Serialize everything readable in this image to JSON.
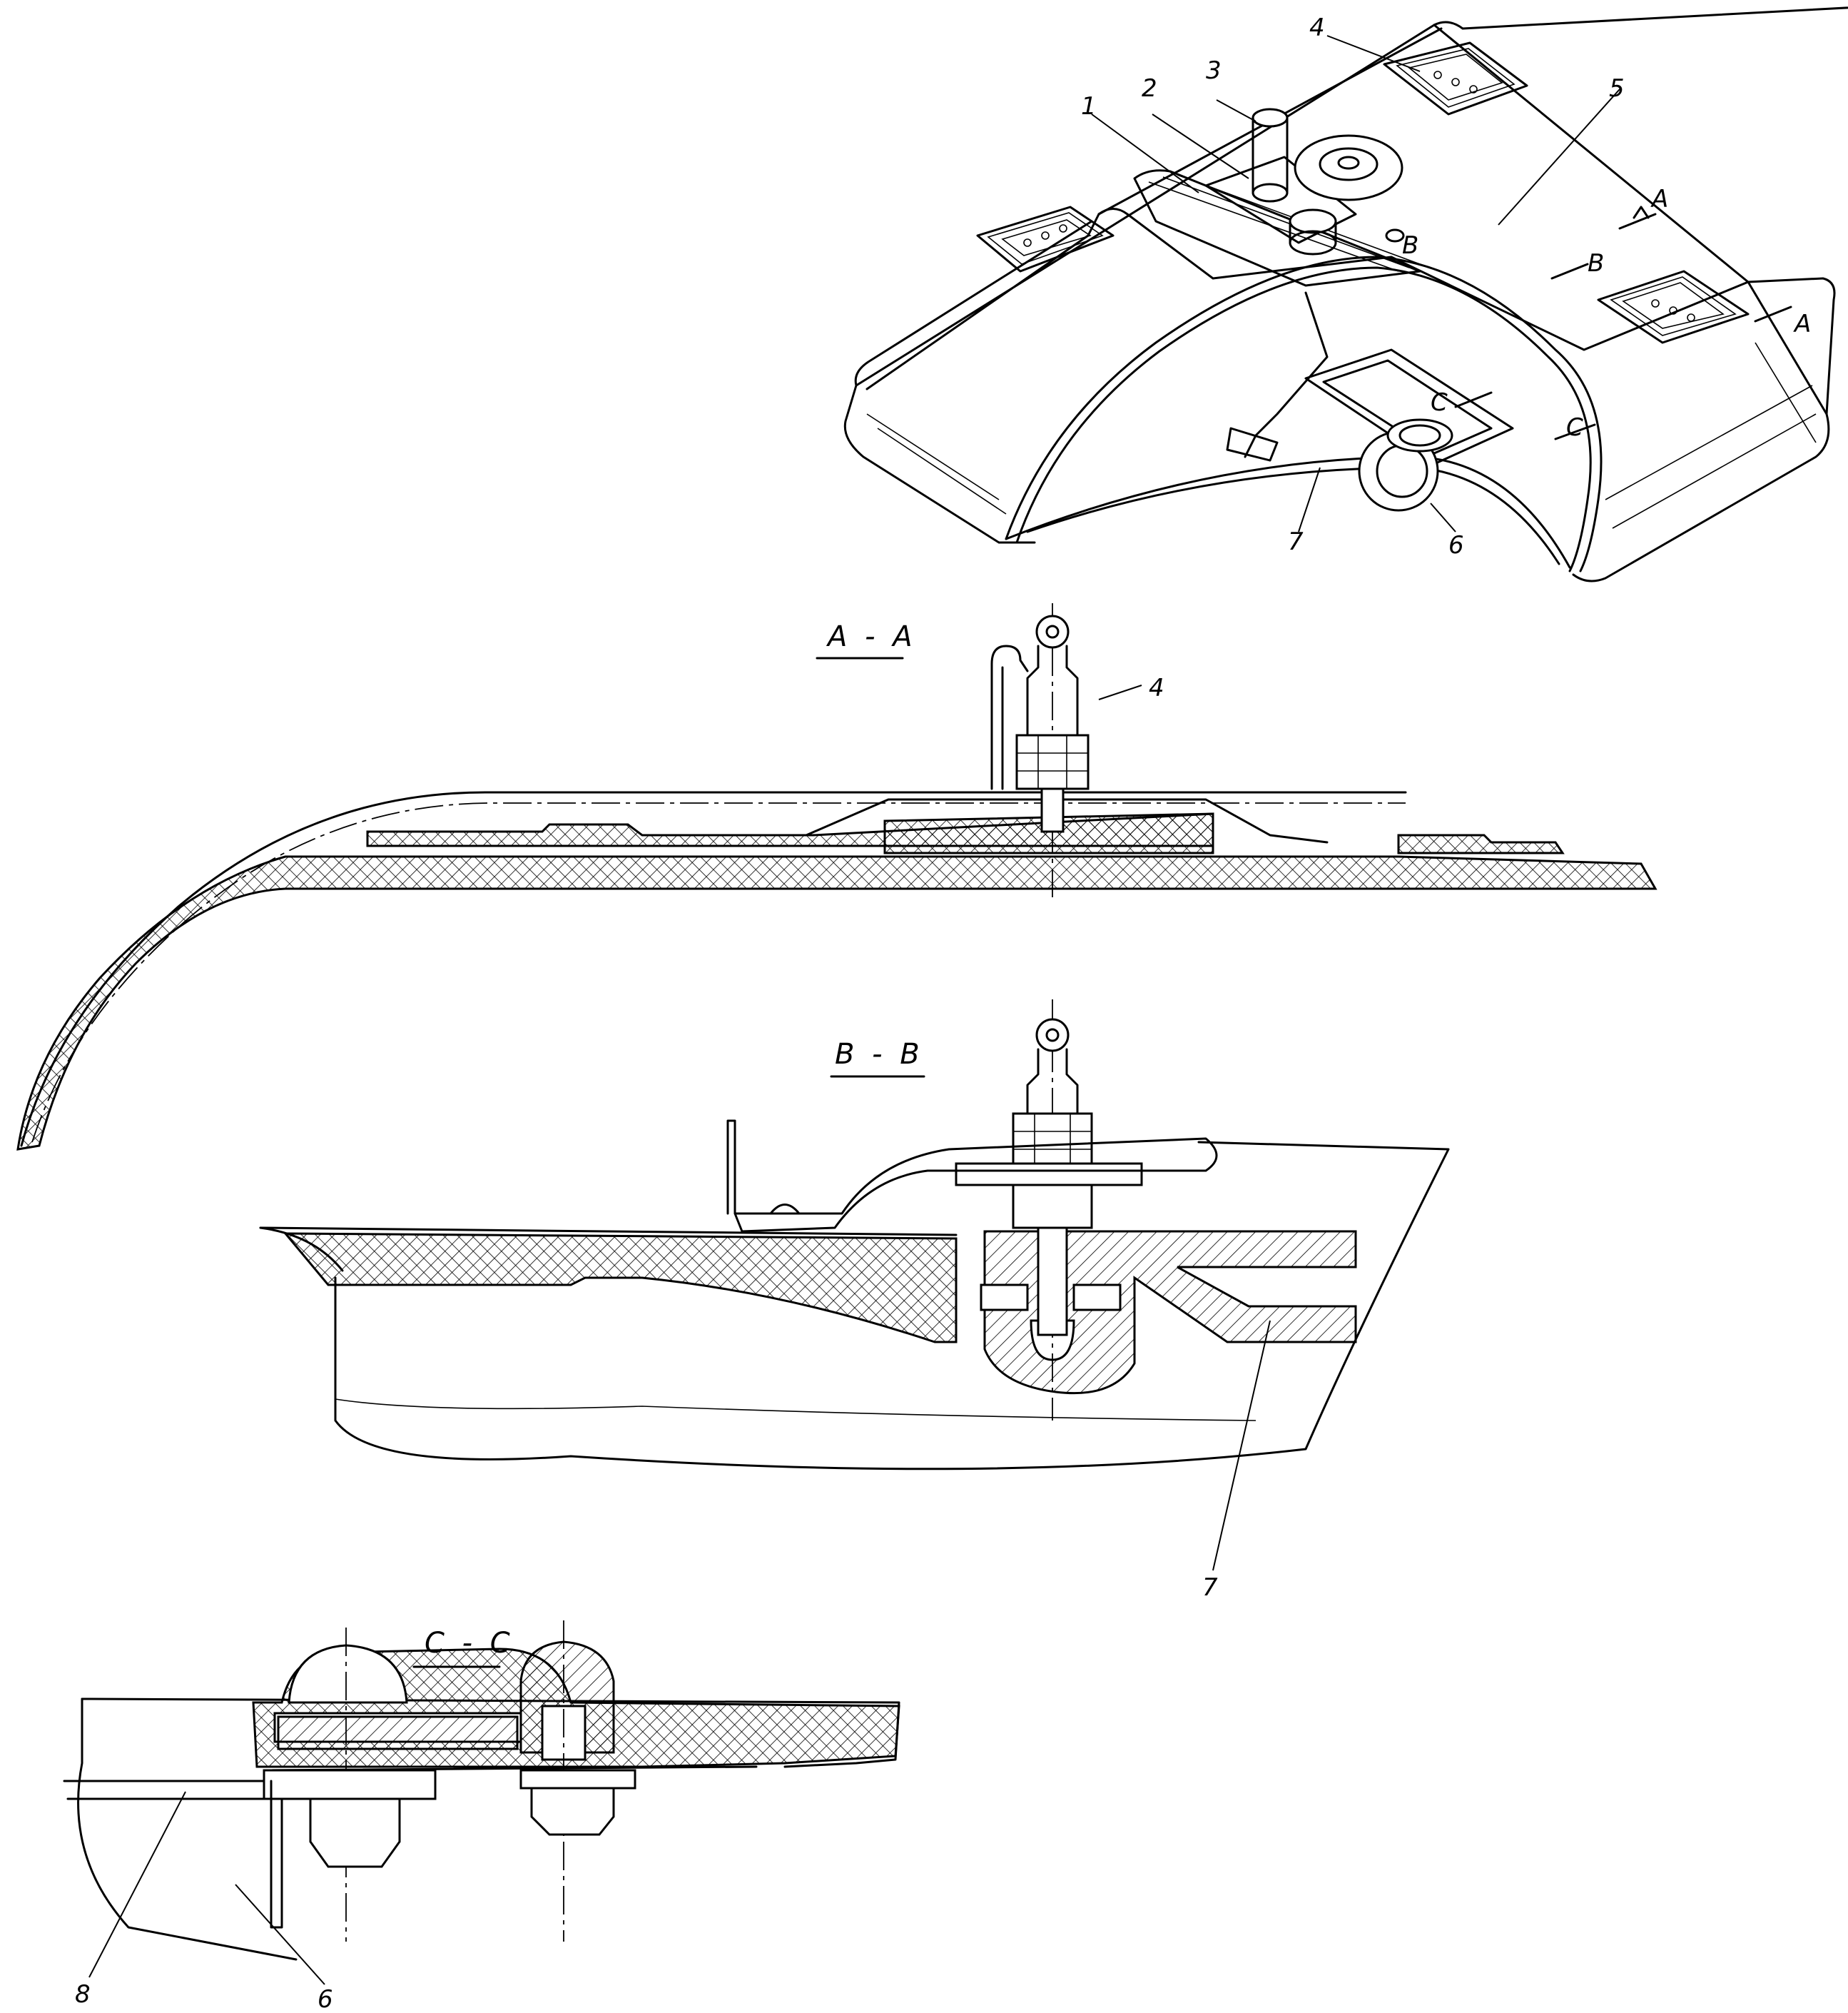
{
  "callouts": {
    "c1": "1",
    "c2": "2",
    "c3": "3",
    "c4": "4",
    "c5": "5",
    "c6": "6",
    "c7": "7",
    "c8": "8",
    "cB": "B",
    "cC": "C",
    "cA": "A"
  },
  "sections": {
    "aa": "A - A",
    "bb": "B - B",
    "cc": "C - C",
    "aa_label_4": "4",
    "bb_label_7": "7",
    "cc_label_8": "8",
    "cc_label_6": "6"
  }
}
